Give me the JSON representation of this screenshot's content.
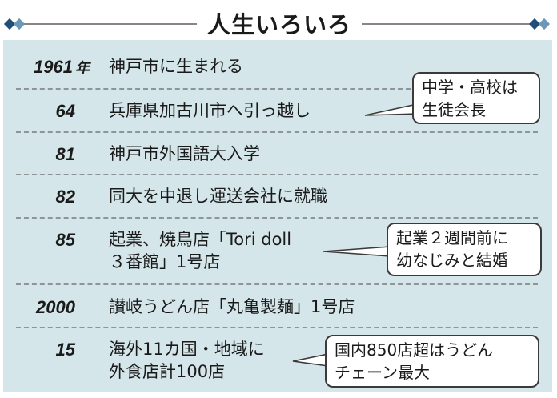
{
  "header": {
    "title": "人生いろいろ",
    "colors": {
      "diamond_dark": "#1f4e7a",
      "diamond_light": "#6b97b8",
      "rule": "#8a8484",
      "panel": "#d5e6ea"
    }
  },
  "timeline": [
    {
      "year": "1961",
      "year_suffix": "年",
      "event": "神戸市に生まれる"
    },
    {
      "year": "64",
      "event": "兵庫県加古川市へ引っ越し",
      "note": {
        "line1": "中学・高校は",
        "line2": "生徒会長"
      }
    },
    {
      "year": "81",
      "event": "神戸市外国語大入学"
    },
    {
      "year": "82",
      "event": "同大を中退し運送会社に就職"
    },
    {
      "year": "85",
      "event_line1": "起業、焼鳥店「Tori doll",
      "event_line2": "３番館」1号店",
      "note": {
        "line1": "起業２週間前に",
        "line2": "幼なじみと結婚"
      }
    },
    {
      "year": "2000",
      "event": "讃岐うどん店「丸亀製麺」1号店"
    },
    {
      "year": "15",
      "event_line1": "海外11カ国・地域に",
      "event_line2": "外食店計100店",
      "note": {
        "line1": "国内850店超はうどん",
        "line2": "チェーン最大"
      }
    }
  ]
}
